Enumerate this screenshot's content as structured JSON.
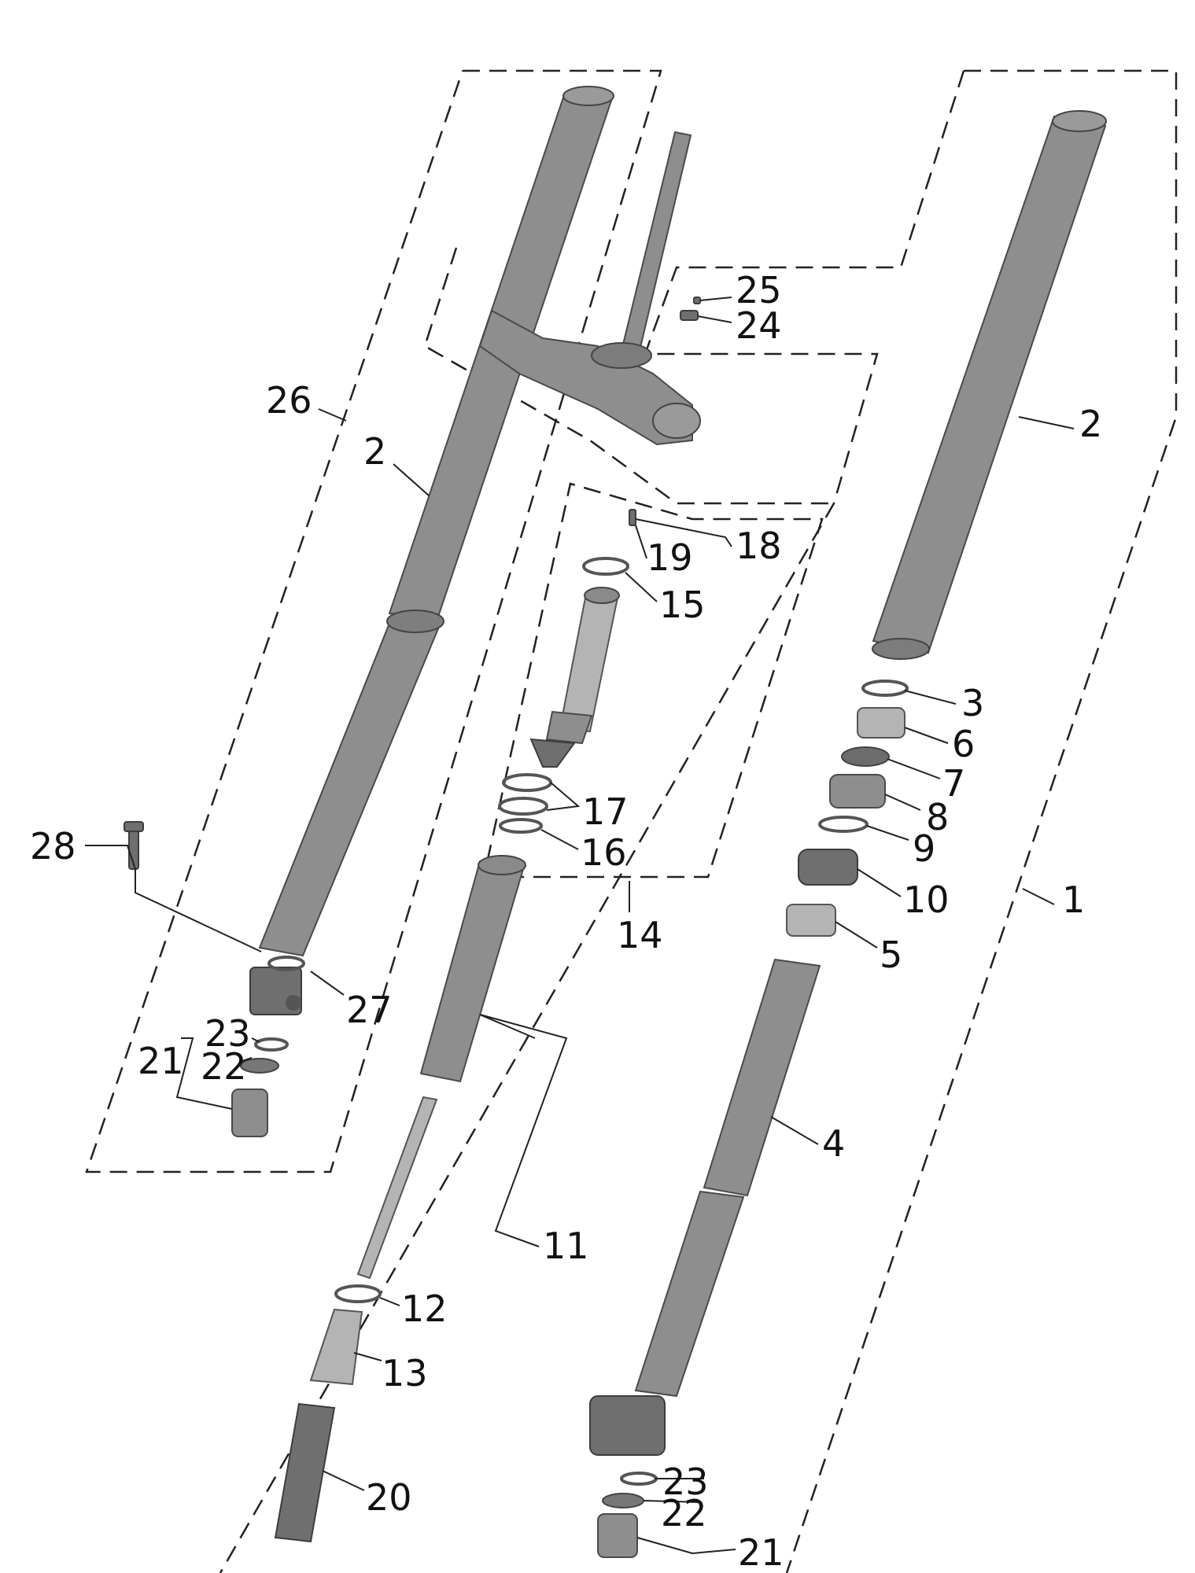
{
  "labels": {
    "l1": "1",
    "l2a": "2",
    "l2b": "2",
    "l3": "3",
    "l4": "4",
    "l5": "5",
    "l6": "6",
    "l7": "7",
    "l8": "8",
    "l9": "9",
    "l10": "10",
    "l11": "11",
    "l12": "12",
    "l13": "13",
    "l14": "14",
    "l15": "15",
    "l16": "16",
    "l17": "17",
    "l18": "18",
    "l19": "19",
    "l20": "20",
    "l21a": "21",
    "l21b": "21",
    "l22a": "22",
    "l22b": "22",
    "l23a": "23",
    "l23b": "23",
    "l24": "24",
    "l25": "25",
    "l26": "26",
    "l27": "27",
    "l28": "28"
  }
}
